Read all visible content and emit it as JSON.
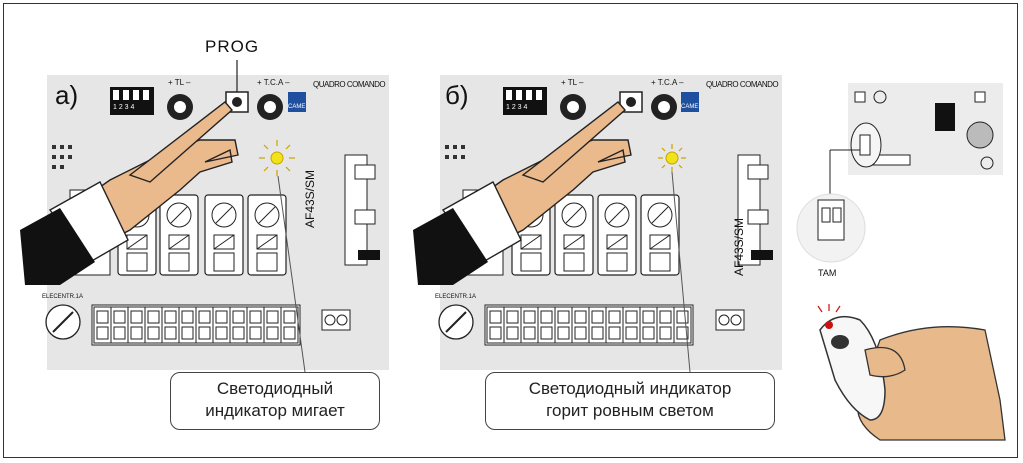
{
  "panel_a": {
    "letter": "а)",
    "prog_label": "PROG",
    "tl_label": "+ TL –",
    "tca_label": "+ T.C.A –",
    "quadro_label": "QUADRO COMANDO",
    "came_label": "CAME",
    "dip_numbers": "1 2 3 4",
    "elecentr_label": "ELECENTR.1A",
    "module_label": "AF43S/SM",
    "callout_line1": "Светодиодный",
    "callout_line2": "индикатор мигает"
  },
  "panel_b": {
    "letter": "б)",
    "tl_label": "+ TL –",
    "tca_label": "+ T.C.A –",
    "quadro_label": "QUADRO COMANDO",
    "came_label": "CAME",
    "dip_numbers": "1 2 3 4",
    "elecentr_label": "ELECENTR.1A",
    "module_label": "AF43S/SM",
    "callout_line1": "Светодиодный индикатор",
    "callout_line2": "горит ровным светом"
  },
  "panel_c": {
    "tam_label": "TAM"
  },
  "colors": {
    "board": "#e6e6e6",
    "led_glow": "#f2e21a",
    "remote_led": "#cc1111",
    "skin": "#e8b98a",
    "suit": "#111111"
  }
}
